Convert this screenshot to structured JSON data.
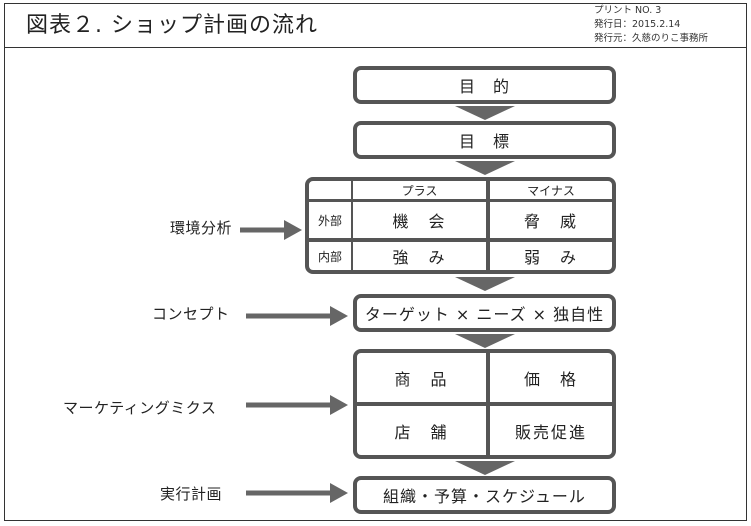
{
  "header": {
    "title": "図表２. ショップ計画の流れ",
    "print_no": "プリント NO. 3",
    "issue_date": "発行日：2015.2.14",
    "publisher": "発行元：久慈のりこ事務所"
  },
  "flow": {
    "purpose": "目　的",
    "goal": "目　標",
    "swot": {
      "col_plus": "プラス",
      "col_minus": "マイナス",
      "row_external": "外部",
      "row_internal": "内部",
      "opportunity": "機　会",
      "threat": "脅　威",
      "strength": "強　み",
      "weakness": "弱　み"
    },
    "concept": "ターゲット × ニーズ × 独自性",
    "mix": {
      "product": "商　品",
      "price": "価　格",
      "place": "店　舗",
      "promotion": "販売促進"
    },
    "plan": "組織・予算・スケジュール"
  },
  "side_labels": {
    "environment": "環境分析",
    "concept": "コンセプト",
    "marketing_mix": "マーケティングミクス",
    "action_plan": "実行計画"
  },
  "colors": {
    "box_border": "#555555",
    "arrow": "#666666",
    "text": "#222222"
  }
}
